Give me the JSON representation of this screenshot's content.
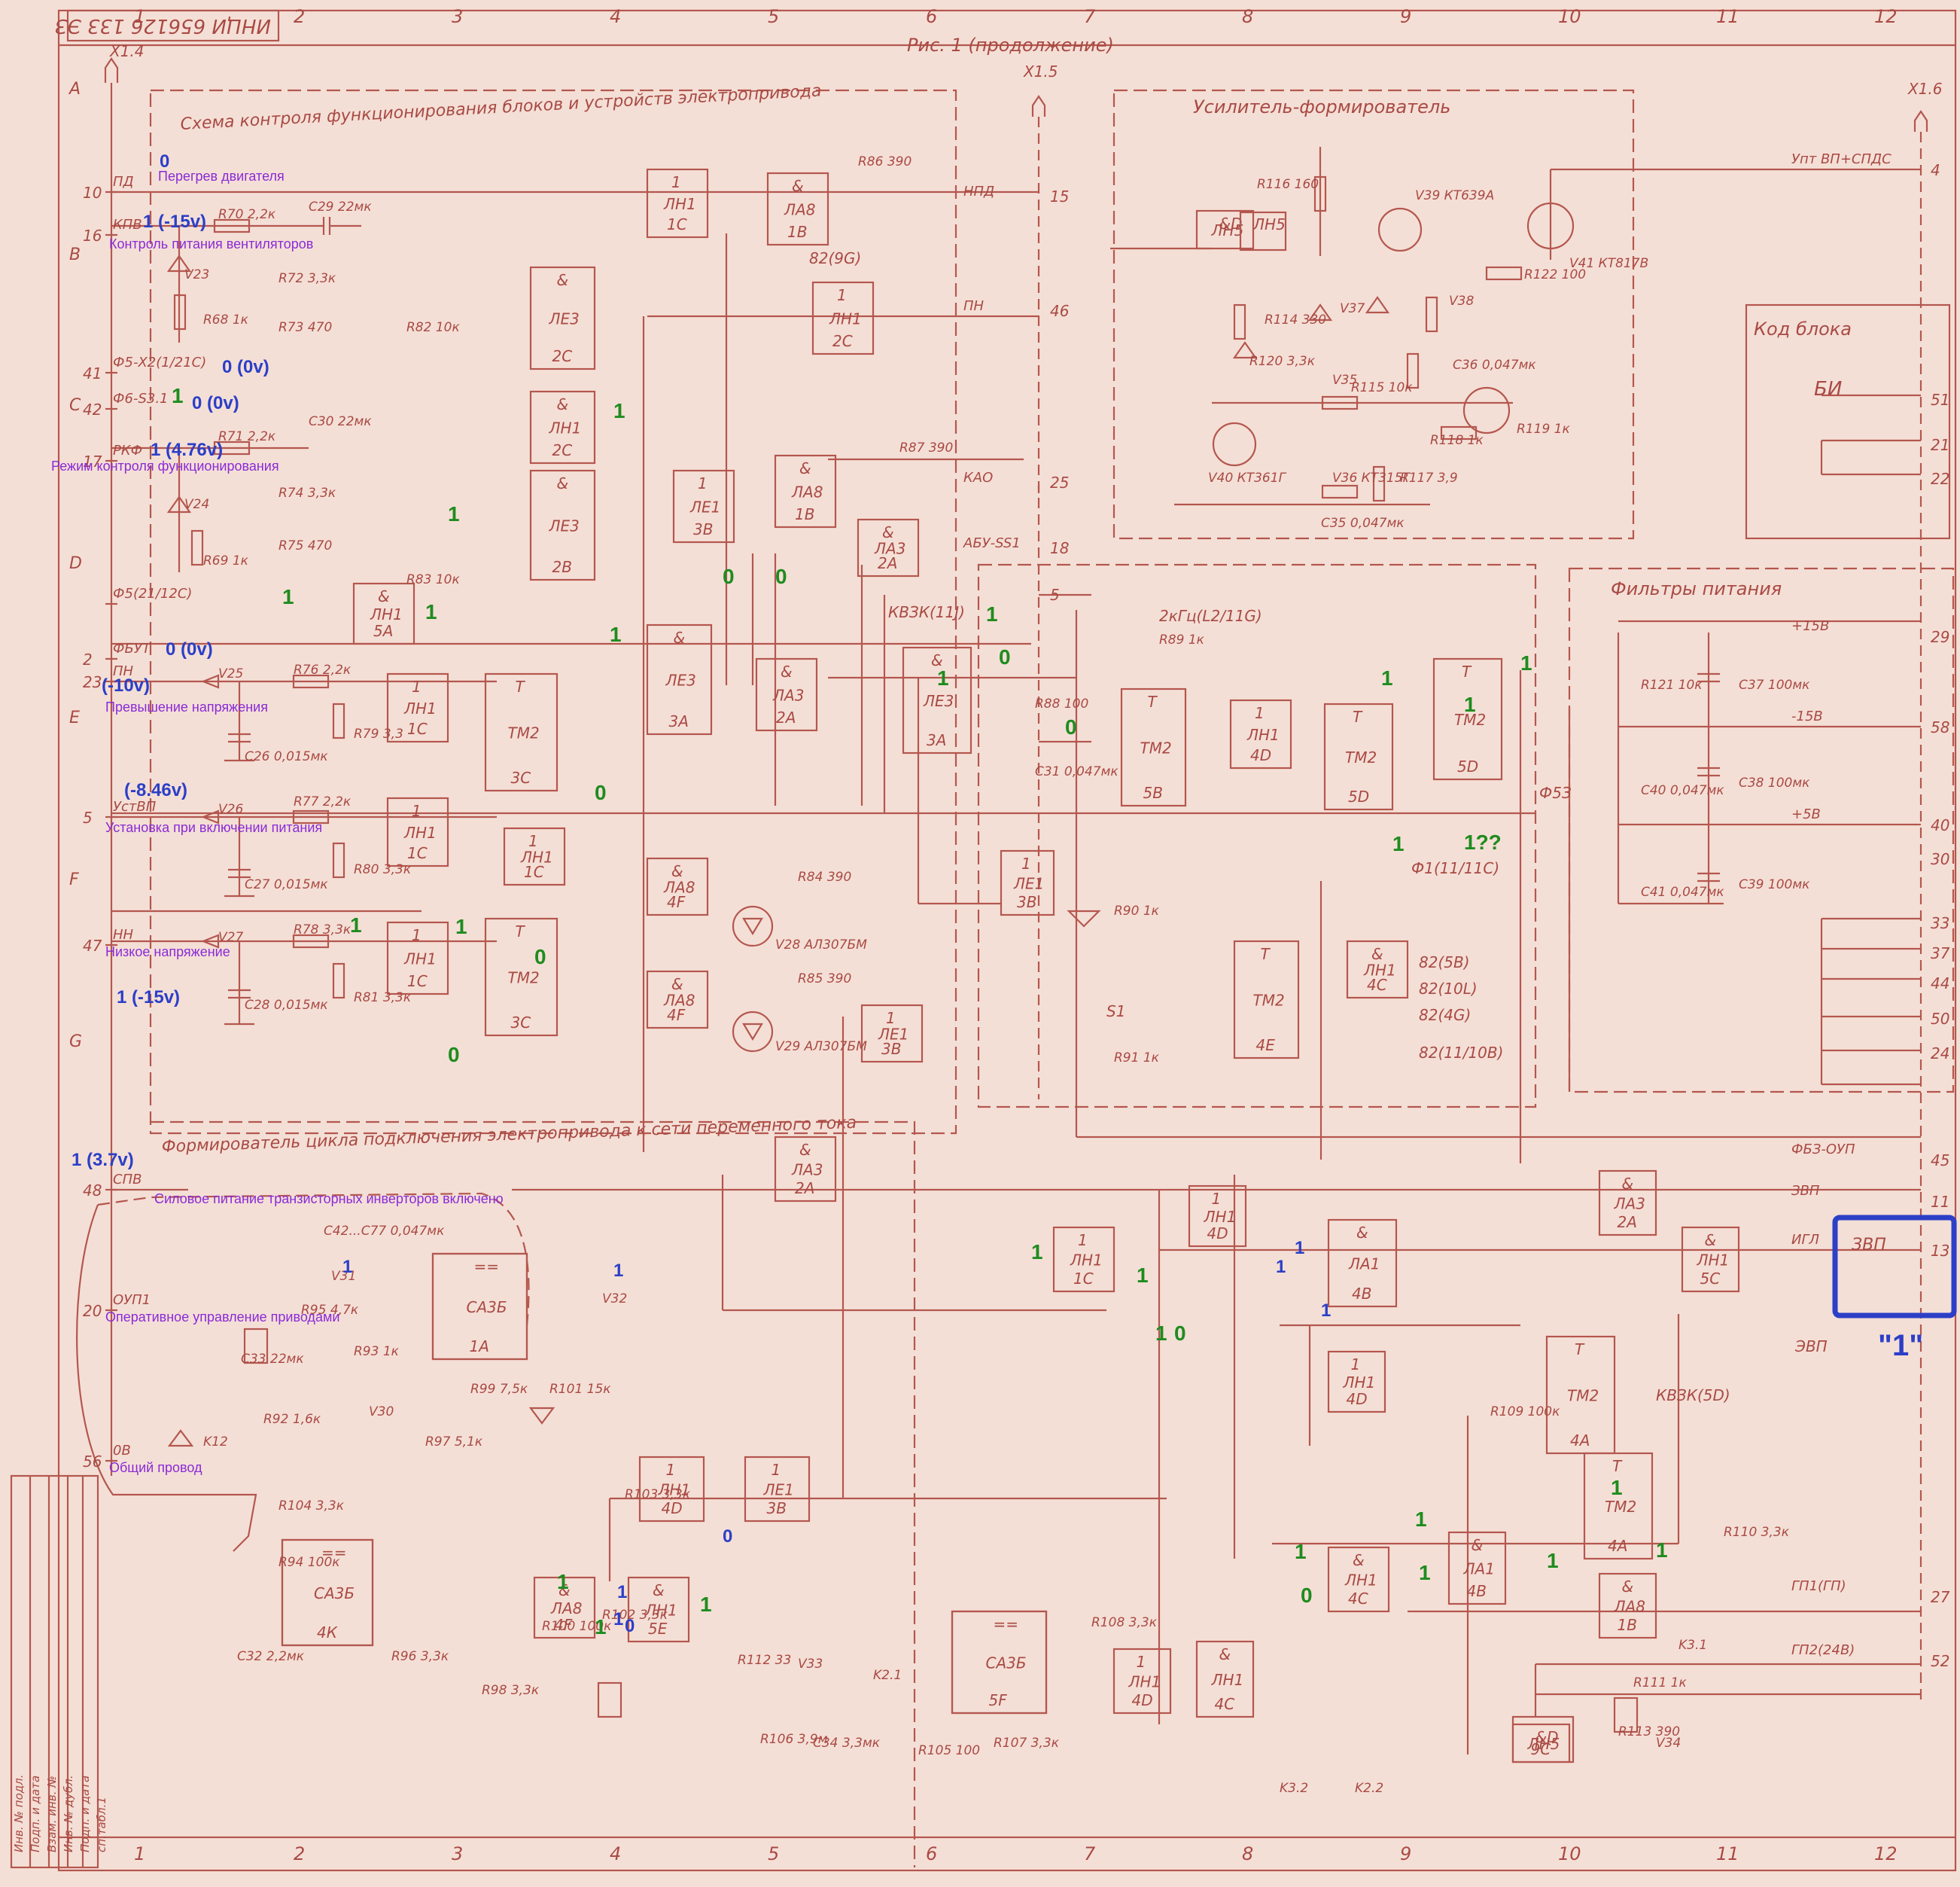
{
  "header": {
    "doc_number": "ИНЦИ 656126 133 ЭЗ",
    "figure_caption": "Рис. 1 (продолжение)",
    "grid_columns": [
      "1",
      "2",
      "3",
      "4",
      "5",
      "6",
      "7",
      "8",
      "9",
      "10",
      "11",
      "12"
    ],
    "grid_rows": [
      "A",
      "B",
      "C",
      "D",
      "E",
      "F",
      "G"
    ]
  },
  "connectors": {
    "x14": "X1.4",
    "x15": "X1.5",
    "x16": "X1.6"
  },
  "sections": {
    "control": "Схема контроля функционирования блоков и устройств электропривода",
    "amplifier": "Усилитель-формирователь",
    "block_code": "Код блока",
    "filters": "Фильтры питания",
    "cycle_former": "Формирователь цикла подключения электропривода к сети переменного тока"
  },
  "colors": {
    "paper": "#f4dfd6",
    "ink": "#b4574f",
    "annotation_blue": "#2c3fc7",
    "annotation_green": "#1f8c1f",
    "annotation_purple": "#8a2bd6"
  },
  "left_pins": [
    {
      "num": "10",
      "sig": "ПД"
    },
    {
      "num": "16",
      "sig": "КПВ"
    },
    {
      "num": "41",
      "sig": "Ф5-X2(1/21С)"
    },
    {
      "num": "42",
      "sig": "Ф6-S3.1"
    },
    {
      "num": "17",
      "sig": "РКФ"
    },
    {
      "num": "",
      "sig": "Ф5(21/12С)"
    },
    {
      "num": "2",
      "sig": "ФБУТ"
    },
    {
      "num": "23",
      "sig": "ПН"
    },
    {
      "num": "5",
      "sig": "УстВП"
    },
    {
      "num": "47",
      "sig": "НН"
    },
    {
      "num": "48",
      "sig": "СПВ"
    },
    {
      "num": "20",
      "sig": "ОУП1"
    },
    {
      "num": "56",
      "sig": "0В"
    }
  ],
  "right_pins": [
    {
      "num": "4",
      "sig": "Упт ВП+СПДС"
    },
    {
      "num": "51",
      "sig": ""
    },
    {
      "num": "21",
      "sig": ""
    },
    {
      "num": "22",
      "sig": ""
    },
    {
      "num": "29",
      "sig": "+15В"
    },
    {
      "num": "58",
      "sig": "-15В"
    },
    {
      "num": "40",
      "sig": "+5В"
    },
    {
      "num": "30",
      "sig": ""
    },
    {
      "num": "33",
      "sig": ""
    },
    {
      "num": "37",
      "sig": ""
    },
    {
      "num": "44",
      "sig": ""
    },
    {
      "num": "50",
      "sig": ""
    },
    {
      "num": "24",
      "sig": ""
    },
    {
      "num": "45",
      "sig": "ФБЗ-ОУП"
    },
    {
      "num": "11",
      "sig": "ЗВП"
    },
    {
      "num": "13",
      "sig": "ИГЛ"
    },
    {
      "num": "27",
      "sig": "ГП1(ГП)"
    },
    {
      "num": "52",
      "sig": "ГП2(24В)"
    }
  ],
  "mid_pins": [
    {
      "num": "15",
      "sig": "НПД"
    },
    {
      "num": "46",
      "sig": "ПН"
    },
    {
      "num": "25",
      "sig": "КАО"
    },
    {
      "num": "18",
      "sig": "АБУ-SS1"
    },
    {
      "num": "5",
      "sig": ""
    }
  ],
  "gates": [
    {
      "type": "1",
      "name": "ЛН1",
      "pos": "1С"
    },
    {
      "type": "&",
      "name": "ЛА8",
      "pos": "1В"
    },
    {
      "type": "1",
      "name": "ЛН1",
      "pos": "2С"
    },
    {
      "type": "&",
      "name": "ЛЕ3",
      "pos": "2С"
    },
    {
      "type": "&",
      "name": "ЛН1",
      "pos": "2С"
    },
    {
      "type": "&",
      "name": "ЛЕ3",
      "pos": "2В"
    },
    {
      "type": "1",
      "name": "ЛЕ1",
      "pos": "3В"
    },
    {
      "type": "&",
      "name": "ЛА8",
      "pos": "1В"
    },
    {
      "type": "&",
      "name": "ЛА3",
      "pos": "2А"
    },
    {
      "type": "&",
      "name": "ЛН1",
      "pos": "5А"
    },
    {
      "type": "&",
      "name": "ЛЕ3",
      "pos": "3А"
    },
    {
      "type": "&",
      "name": "ЛА3",
      "pos": "2А"
    },
    {
      "type": "&",
      "name": "ЛЕ3",
      "pos": "3А"
    },
    {
      "type": "1",
      "name": "ЛН1",
      "pos": "1С"
    },
    {
      "type": "T",
      "name": "ТМ2",
      "pos": "3С"
    },
    {
      "type": "1",
      "name": "ЛН1",
      "pos": "1С"
    },
    {
      "type": "1",
      "name": "ЛН1",
      "pos": "1С"
    },
    {
      "type": "1",
      "name": "ЛН1",
      "pos": "1С"
    },
    {
      "type": "T",
      "name": "ТМ2",
      "pos": "3С"
    },
    {
      "type": "&",
      "name": "ЛА8",
      "pos": "4F"
    },
    {
      "type": "&",
      "name": "ЛА8",
      "pos": "4F"
    },
    {
      "type": "1",
      "name": "ЛЕ1",
      "pos": "3В"
    },
    {
      "type": "1",
      "name": "ЛЕ1",
      "pos": "3В"
    },
    {
      "type": "T",
      "name": "ТМ2",
      "pos": "5В"
    },
    {
      "type": "1",
      "name": "ЛН1",
      "pos": "4D"
    },
    {
      "type": "T",
      "name": "ТМ2",
      "pos": "5D"
    },
    {
      "type": "T",
      "name": "ТМ2",
      "pos": "5D"
    },
    {
      "type": "T",
      "name": "ТМ2",
      "pos": "4Е"
    },
    {
      "type": "&",
      "name": "ЛН1",
      "pos": "4С"
    },
    {
      "type": "&",
      "name": "ЛА3",
      "pos": "2А"
    },
    {
      "type": "1",
      "name": "ЛН1",
      "pos": "1С"
    },
    {
      "type": "1",
      "name": "ЛН1",
      "pos": "4D"
    },
    {
      "type": "&",
      "name": "ЛА1",
      "pos": "4В"
    },
    {
      "type": "&",
      "name": "ЛА3",
      "pos": "2А"
    },
    {
      "type": "&",
      "name": "ЛН1",
      "pos": "5С"
    },
    {
      "type": "1",
      "name": "ЛН1",
      "pos": "4D"
    },
    {
      "type": "T",
      "name": "ТМ2",
      "pos": "4А"
    },
    {
      "type": "&",
      "name": "ЛА1",
      "pos": "4В"
    },
    {
      "type": "T",
      "name": "ТМ2",
      "pos": "4А"
    },
    {
      "type": "&",
      "name": "ЛН1",
      "pos": "4С"
    },
    {
      "type": "&",
      "name": "ЛА8",
      "pos": "1В"
    },
    {
      "type": "1",
      "name": "ЛН1",
      "pos": "4D"
    },
    {
      "type": "1",
      "name": "ЛЕ1",
      "pos": "3В"
    },
    {
      "type": "&",
      "name": "ЛА8",
      "pos": "4F"
    },
    {
      "type": "&",
      "name": "ЛН1",
      "pos": "5Е"
    },
    {
      "type": "1",
      "name": "ЛН1",
      "pos": "4D"
    },
    {
      "type": "&",
      "name": "ЛН1",
      "pos": "4С"
    },
    {
      "type": "==",
      "name": "СА3Б",
      "pos": "1А"
    },
    {
      "type": "==",
      "name": "СА3Б",
      "pos": "4К"
    },
    {
      "type": "==",
      "name": "СА3Б",
      "pos": "5F"
    },
    {
      "type": "&D",
      "name": "ЛН5",
      "pos": ""
    },
    {
      "type": "&D",
      "name": "ЛН5",
      "pos": "9С"
    }
  ],
  "components": [
    "R86 390",
    "R70 2,2к",
    "C29 22мк",
    "R72 3,3к",
    "R73 470",
    "R82 10к",
    "V23",
    "R68 1к",
    "R71 2,2к",
    "C30 22мк",
    "R74 3,3к",
    "R75 470",
    "R83 10к",
    "V24",
    "R69 1к",
    "R87 390",
    "V25",
    "R76 2,2к",
    "C26 0,015мк",
    "R79 3,3",
    "V26",
    "R77 2,2к",
    "C27 0,015мк",
    "R80 3,3к",
    "V27",
    "R78 3,3к",
    "C28 0,015мк",
    "R81 3,3к",
    "R84 390",
    "V28 АЛ307БМ",
    "R85 390",
    "V29 АЛ307БМ",
    "R88 100",
    "C31 0,047мк",
    "R89 1к",
    "R90 1к",
    "R91 1к",
    "R116 160",
    "V39 КТ639А",
    "V41 КТ817В",
    "R122 100",
    "R114 330",
    "V37",
    "V38",
    "R120 3,3к",
    "V35",
    "R115 10к",
    "C36 0,047мк",
    "R119 1к",
    "V40 КТ361Г",
    "V36 КТ315Г",
    "C35 0,047мк",
    "R117 3,9",
    "R118 1к",
    "R121 10к",
    "C37 100мк",
    "C40 0,047мк",
    "C38 100мк",
    "C41 0,047мк",
    "C39 100мк",
    "C42...C77 0,047мк",
    "V31",
    "R95 4,7к",
    "R93 1к",
    "C33 22мк",
    "R92 1,6к",
    "K12",
    "V30",
    "R97 5,1к",
    "R99 7,5к",
    "R101 15к",
    "V32",
    "R103 3,3к",
    "R104 3,3к",
    "R94 100к",
    "C32 2,2мк",
    "R96 3,3к",
    "R98 3,3к",
    "R100 100к",
    "R102 3,3к",
    "V33",
    "K2.1",
    "R106 3,9м",
    "C34 3,3мк",
    "R105 100",
    "R107 3,3к",
    "R108 3,3к",
    "R109 100к",
    "R110 3,3к",
    "R111 1к",
    "R113 390",
    "V34",
    "K3.1",
    "R112 33",
    "K3.2",
    "K2.2"
  ],
  "nets": [
    "82(9G)",
    "КВЗК(11J)",
    "Ф1(11/11C)",
    "82(5В)",
    "82(10L)",
    "82(4G)",
    "82(11/10В)",
    "КВЗК(5D)",
    "Ф5З",
    "2кГц(L2/11G)",
    "БИ",
    "ЛН5",
    "S1",
    "ЭВП"
  ],
  "annotations_blue": [
    "0",
    "1 (-15v)",
    "0 (0v)",
    "0 (0v)",
    "1 (4.76v)",
    "0 (0v)",
    "(-10v)",
    "(-8.46v)",
    "1 (-15v)",
    "1 (3.7v)",
    "1",
    "1",
    "1",
    "1",
    "1",
    "0",
    "1",
    "0",
    "1"
  ],
  "annotations_green": [
    "1",
    "1",
    "0",
    "0",
    "1",
    "1",
    "1",
    "1",
    "1",
    "1",
    "0",
    "0",
    "1",
    "1",
    "1??",
    "1",
    "0",
    "1",
    "1",
    "0",
    "1",
    "0",
    "1",
    "1",
    "1",
    "0",
    "1",
    "1",
    "1",
    "1",
    "0",
    "1",
    "1",
    "1",
    "1",
    "1"
  ],
  "annotations_purple": [
    "Перегрев двигателя",
    "Контроль питания вентиляторов",
    "Режим контроля функционирования",
    "Превышение напряжения",
    "Установка при включении питания",
    "Низкое напряжение",
    "Силовое питание транзисторных инверторов включено",
    "Оперативное управление приводами",
    "Общий провод"
  ],
  "highlight": {
    "label": "ЗВП",
    "value": "\"1\""
  },
  "side_stamp": [
    "Инв. № подл.",
    "Подп. и дата",
    "Взам. инв. №",
    "Инв. № дубл.",
    "Подп. и дата",
    "сп.табл.1"
  ]
}
